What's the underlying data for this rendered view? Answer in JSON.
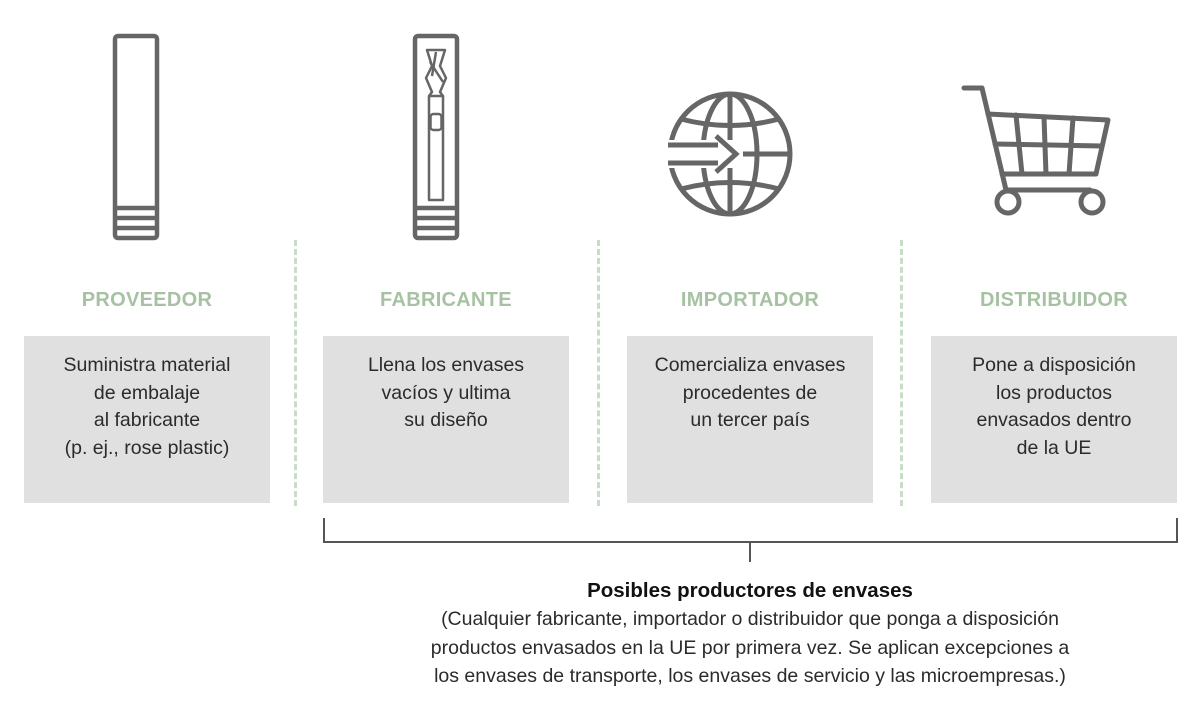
{
  "colors": {
    "icon": "#666666",
    "role_title": "#a6c2a3",
    "box_background": "#e0e0e0",
    "separator": "#c9dcc8",
    "text": "#2b2b2b"
  },
  "roles": [
    {
      "icon": "empty-tube-icon",
      "title": "PROVEEDOR",
      "description": [
        "Suministra material",
        "de embalaje",
        "al fabricante",
        "(p. ej., rose plastic)"
      ]
    },
    {
      "icon": "filled-tube-icon",
      "title": "FABRICANTE",
      "description": [
        "Llena los envases",
        "vacíos y ultima",
        "su diseño"
      ]
    },
    {
      "icon": "globe-arrow-icon",
      "title": "IMPORTADOR",
      "description": [
        "Comercializa envases",
        "procedentes de",
        "un tercer país"
      ]
    },
    {
      "icon": "shopping-cart-icon",
      "title": "DISTRIBUIDOR",
      "description": [
        "Pone a disposición",
        "los productos",
        "envasados dentro",
        "de la UE"
      ]
    }
  ],
  "footer": {
    "title": "Posibles productores de envases",
    "lines": [
      "(Cualquier fabricante, importador o distribuidor que ponga a disposición",
      "productos envasados en la UE por primera vez. Se aplican excepciones a",
      "los envases de transporte, los envases de servicio y las microempresas.)"
    ]
  }
}
